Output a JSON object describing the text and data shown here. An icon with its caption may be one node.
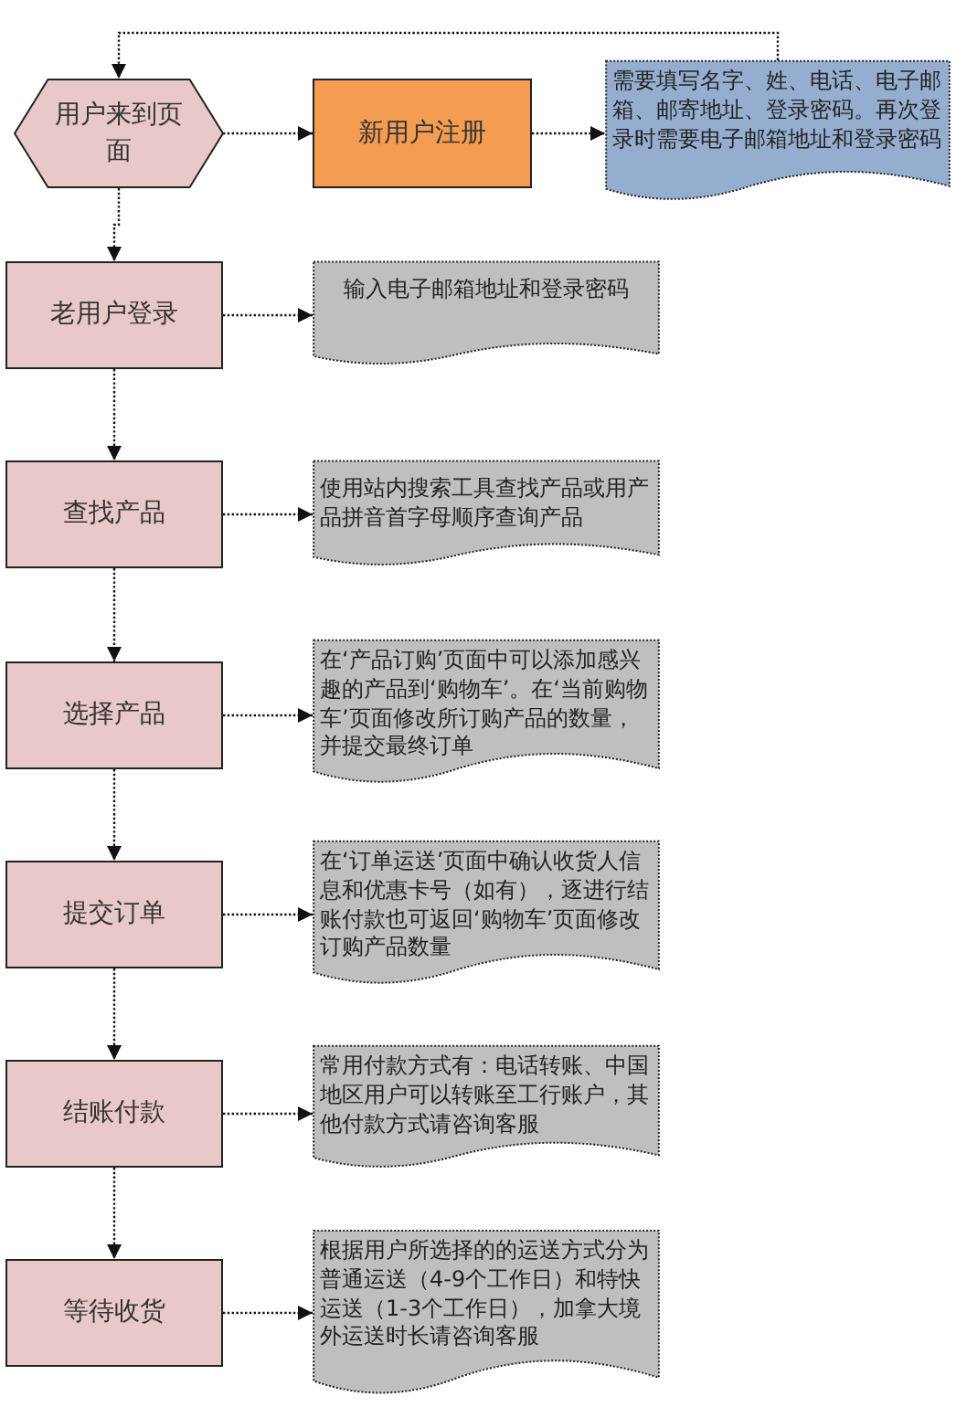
{
  "diagram": {
    "nodes": [
      {
        "text": [
          "用户来到页面"
        ]
      },
      {
        "text": [
          "新用户注册"
        ]
      },
      {
        "text": [
          "需要填写名字、姓、电话、电子邮箱、邮寄地址、登录密码。再次登录时需要电子邮箱地址和登录密码"
        ]
      },
      {
        "text": [
          "老用户登录"
        ]
      },
      {
        "text": [
          "输入电子邮箱地址和登录密码"
        ]
      },
      {
        "text": [
          "查找产品"
        ]
      },
      {
        "text": [
          "使用站内搜索工具查找产品或用产品拼音首字母顺序查询产品"
        ]
      },
      {
        "text": [
          "选择产品"
        ]
      },
      {
        "text": [
          "在‘产品订购’页面中可以添加感兴趣的产品到‘购物车’。在‘当前购物车’页面修改所订购产品的数量，并提交最终订单"
        ]
      },
      {
        "text": [
          "提交订单"
        ]
      },
      {
        "text": [
          "在‘订单运送’页面中确认收货人信息和优惠卡号（如有），逐进行结账付款也可返回‘购物车’页面修改订购产品数量"
        ]
      },
      {
        "text": [
          "结账付款"
        ]
      },
      {
        "text": [
          "常用付款方式有：电话转账、中国地区用户可以转账至工行账户，其他付款方式请咨询客服"
        ]
      },
      {
        "text": [
          "等待收货"
        ]
      },
      {
        "text": [
          "根据用户所选择的的运送方式分为普通运送（4-9个工作日）和特快运送（1-3个工作日），加拿大境外运送时长请咨询客服"
        ]
      }
    ],
    "edges": [
      {
        "from": 0,
        "to": 1,
        "arrow": "to"
      },
      {
        "from": 1,
        "to": 2,
        "arrow": "to"
      },
      {
        "from": 2,
        "to": 0,
        "arrow": "to"
      },
      {
        "from": 0,
        "to": 3,
        "arrow": "to"
      },
      {
        "from": 3,
        "to": 4,
        "arrow": "to"
      },
      {
        "from": 3,
        "to": 5,
        "arrow": "to"
      },
      {
        "from": 5,
        "to": 6,
        "arrow": "to"
      },
      {
        "from": 5,
        "to": 7,
        "arrow": "to"
      },
      {
        "from": 7,
        "to": 8,
        "arrow": "to"
      },
      {
        "from": 7,
        "to": 9,
        "arrow": "to"
      },
      {
        "from": 9,
        "to": 10,
        "arrow": "to"
      },
      {
        "from": 9,
        "to": 11,
        "arrow": "to"
      },
      {
        "from": 11,
        "to": 12,
        "arrow": "to"
      },
      {
        "from": 11,
        "to": 13,
        "arrow": "to"
      },
      {
        "from": 13,
        "to": 14,
        "arrow": "to"
      }
    ]
  }
}
